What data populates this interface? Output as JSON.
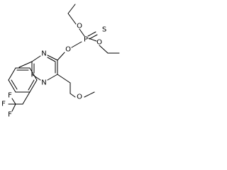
{
  "structure": {
    "atoms": [
      {
        "id": "o_ethyl_top",
        "label": "O"
      },
      {
        "id": "s_thione",
        "label": "S"
      },
      {
        "id": "p_center",
        "label": "P"
      },
      {
        "id": "o_link",
        "label": "O"
      },
      {
        "id": "o_ethyl_right",
        "label": "O"
      },
      {
        "id": "n_ring_top",
        "label": "N"
      },
      {
        "id": "n_ring_bottom",
        "label": "N"
      },
      {
        "id": "o_methoxy",
        "label": "O"
      },
      {
        "id": "f_top",
        "label": "F"
      },
      {
        "id": "f_left",
        "label": "F"
      },
      {
        "id": "f_bottom",
        "label": "F"
      }
    ]
  },
  "colors": {
    "bond": "#000000",
    "label": "#000000",
    "background": "#ffffff"
  }
}
